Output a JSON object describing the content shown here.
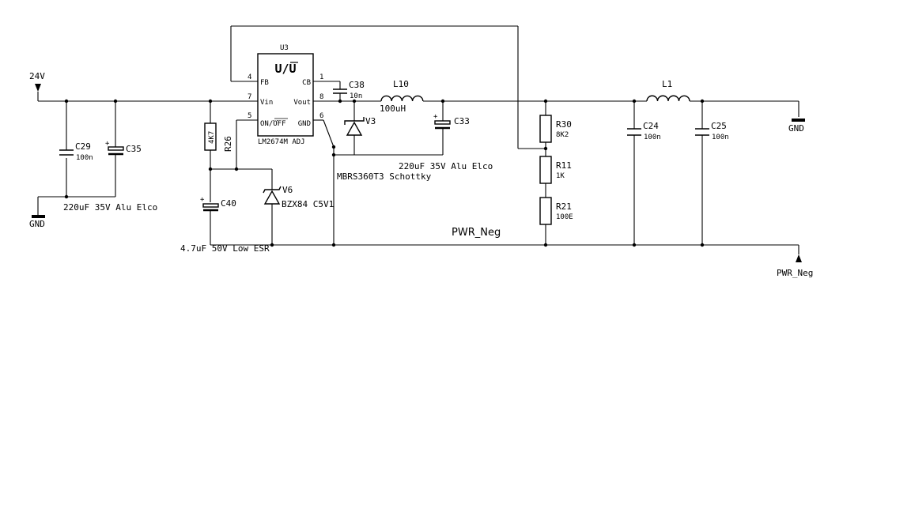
{
  "ic": {
    "ref": "U3",
    "value": "LM2674M ADJ",
    "logo": "U/U",
    "pins": {
      "fb": {
        "num": "4",
        "name": "FB"
      },
      "vin": {
        "num": "7",
        "name": "Vin"
      },
      "onoff": {
        "num": "5",
        "name_main": "ON/",
        "name_bar": "OFF"
      },
      "cb": {
        "num": "1",
        "name": "CB"
      },
      "vout": {
        "num": "8",
        "name": "Vout"
      },
      "gnd": {
        "num": "6",
        "name": "GND"
      }
    }
  },
  "nets": {
    "input": "24V",
    "gnd_left": "GND",
    "gnd_right": "GND",
    "pwr_neg_label": "PWR_Neg",
    "pwr_neg_port": "PWR_Neg"
  },
  "components": {
    "C38": {
      "ref": "C38",
      "value": "10n"
    },
    "L10": {
      "ref": "L10",
      "value": "100uH"
    },
    "V3": {
      "ref": "V3",
      "value": "MBRS360T3 Schottky"
    },
    "C33": {
      "ref": "C33",
      "value": "220uF 35V Alu Elco"
    },
    "C29": {
      "ref": "C29",
      "value": "100n"
    },
    "C35": {
      "ref": "C35",
      "value": "220uF 35V Alu Elco"
    },
    "R26": {
      "ref": "R26",
      "value": "4K7"
    },
    "C40": {
      "ref": "C40",
      "value": "4.7uF 50V Low ESR"
    },
    "V6": {
      "ref": "V6",
      "value": "BZX84 C5V1"
    },
    "R30": {
      "ref": "R30",
      "value": "8K2"
    },
    "R11": {
      "ref": "R11",
      "value": "1K"
    },
    "R21": {
      "ref": "R21",
      "value": "100E"
    },
    "L1": {
      "ref": "L1",
      "value": ""
    },
    "C24": {
      "ref": "C24",
      "value": "100n"
    },
    "C25": {
      "ref": "C25",
      "value": "100n"
    },
    "polarity_mark": "+"
  }
}
